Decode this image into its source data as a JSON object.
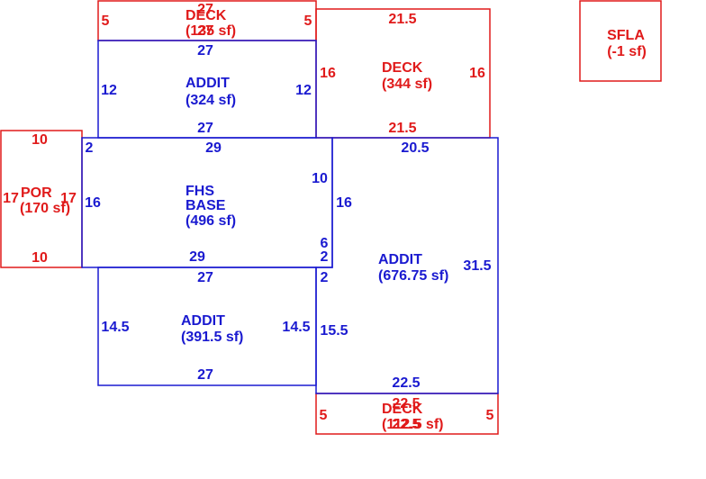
{
  "colors": {
    "living": "#1a1ad0",
    "other": "#e01a1a"
  },
  "areas": {
    "deck_top_left": {
      "name": "DECK",
      "area": "(135 sf)",
      "overlap": "27",
      "dims": {
        "top": "27",
        "left": "5",
        "right": "5"
      }
    },
    "addit_top": {
      "name": "ADDIT",
      "area": "(324 sf)",
      "dims": {
        "top": "27",
        "left": "12",
        "right": "12",
        "bottom": "27"
      }
    },
    "deck_top_right": {
      "name": "DECK",
      "area": "(344 sf)",
      "dims": {
        "top": "21.5",
        "left": "16",
        "right": "16",
        "bottom": "21.5"
      }
    },
    "sfla": {
      "name": "SFLA",
      "area": "(-1 sf)"
    },
    "por": {
      "name": "POR",
      "area": "(170 sf)",
      "dims": {
        "top": "10",
        "left": "17",
        "right": "17",
        "bottom": "10"
      }
    },
    "fhs_base": {
      "name_1": "FHS",
      "name_2": "BASE",
      "area": "(496 sf)",
      "dims": {
        "top": "29",
        "top_left": "2",
        "left": "16",
        "right_upper": "10",
        "right_mid": "6",
        "right_lower": "2",
        "bottom": "29"
      }
    },
    "addit_right": {
      "name": "ADDIT",
      "area": "(676.75 sf)",
      "dims": {
        "top": "20.5",
        "left_upper": "16",
        "left_notch": "2",
        "left_lower": "15.5",
        "right": "31.5",
        "bottom": "22.5"
      }
    },
    "addit_bottom": {
      "name": "ADDIT",
      "area": "(391.5 sf)",
      "dims": {
        "top": "27",
        "left": "14.5",
        "right": "14.5",
        "bottom": "27"
      }
    },
    "deck_bottom": {
      "name": "DECK",
      "area": "(112.5 sf)",
      "overlap": "22.5",
      "dims": {
        "top": "22.5",
        "left": "5",
        "right": "5"
      }
    }
  }
}
